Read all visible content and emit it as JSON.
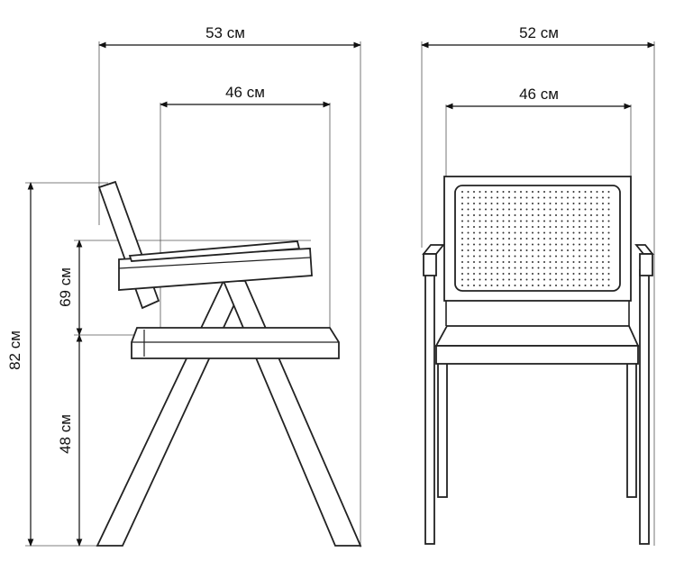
{
  "dimensions": {
    "side_total_width": "53 см",
    "side_seat_width": "46 см",
    "front_total_width": "52 см",
    "front_seat_width": "46 см",
    "total_height": "82 см",
    "armrest_height": "69 см",
    "seat_height": "48 см"
  },
  "colors": {
    "line": "#222222",
    "dimension": "#111111",
    "background": "#ffffff"
  }
}
